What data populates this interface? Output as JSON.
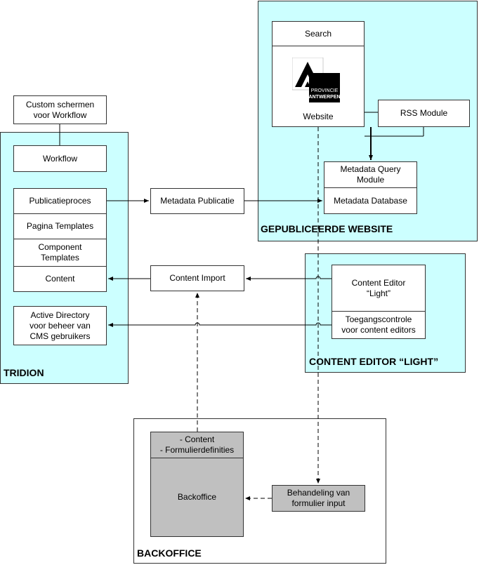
{
  "regions": {
    "tridion": {
      "title": "TRIDION"
    },
    "website": {
      "title": "GEPUBLICEERDE WEBSITE"
    },
    "content_editor": {
      "title": "CONTENT EDITOR “LIGHT”"
    },
    "backoffice": {
      "title": "BACKOFFICE"
    }
  },
  "nodes": {
    "custom_screens": "Custom schermen\nvoor Workflow",
    "workflow": "Workflow",
    "publicatieproces": "Publicatieproces",
    "pagina_templates": "Pagina Templates",
    "component_templates": "Component\nTemplates",
    "content": "Content",
    "active_directory": "Active Directory\nvoor beheer van\nCMS gebruikers",
    "metadata_publicatie": "Metadata Publicatie",
    "content_import": "Content Import",
    "search": "Search",
    "website": "Website",
    "rss_module": "RSS Module",
    "metadata_query_module": "Metadata Query\nModule",
    "metadata_database": "Metadata Database",
    "content_editor_light": "Content Editor\n“Light”",
    "toegangscontrole": "Toegangscontrole\nvoor content editors",
    "backoffice_header": "- Content\n- Formulierdefinities",
    "backoffice": "Backoffice",
    "behandeling": "Behandeling van\nformulier input"
  },
  "logo": {
    "line1": "PROVINCIE",
    "line2": "ANTWERPEN"
  }
}
